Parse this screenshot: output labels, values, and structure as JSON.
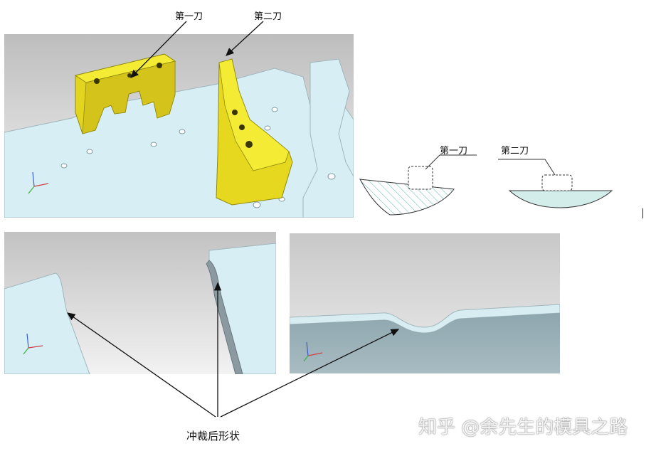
{
  "callouts": {
    "first_cut": "第一刀",
    "second_cut": "第二刀",
    "diagram_first_cut": "第一刀",
    "diagram_second_cut": "第二刀",
    "after_punch_shape": "冲裁后形状"
  },
  "watermark": "知乎 @余先生的模具之路",
  "colors": {
    "plate": "#d8eef4",
    "punch": "#f2ea2a",
    "hatch": "#5fb8b0",
    "viewport_bg": "#c9c9c9"
  }
}
